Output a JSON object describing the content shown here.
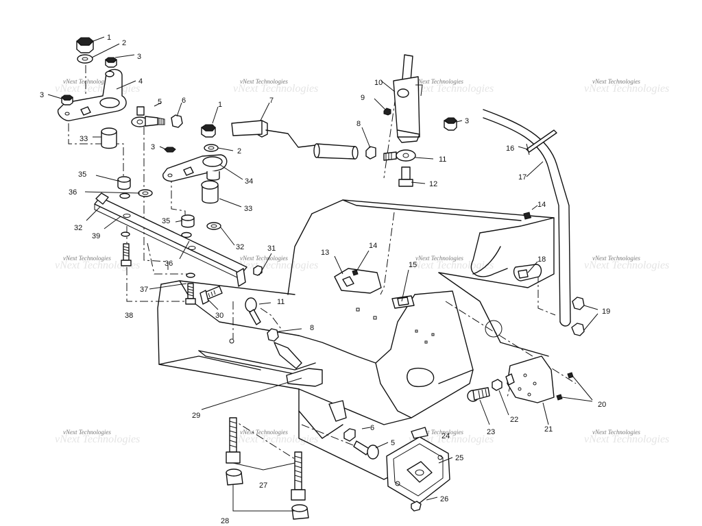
{
  "watermark": "vNext Technologies",
  "callouts": [
    "1",
    "2",
    "3",
    "4",
    "5",
    "6",
    "7",
    "8",
    "9",
    "10",
    "11",
    "12",
    "13",
    "14",
    "15",
    "16",
    "17",
    "18",
    "19",
    "20",
    "21",
    "22",
    "23",
    "24",
    "25",
    "26",
    "27",
    "28",
    "29",
    "30",
    "31",
    "32",
    "33",
    "34",
    "35",
    "36",
    "37",
    "38",
    "39"
  ]
}
